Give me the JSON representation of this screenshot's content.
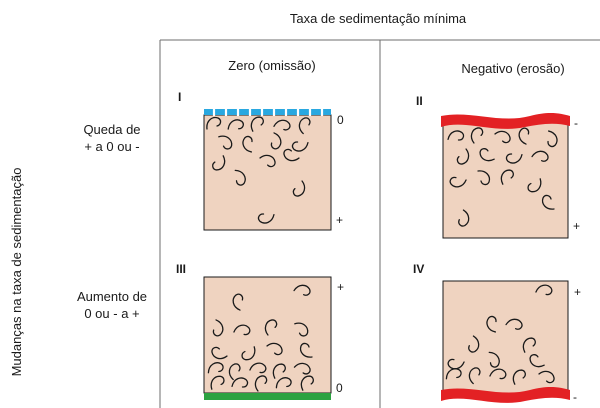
{
  "title": "Taxa de sedimentação mínima",
  "side_label": "Mudanças na taxa de sedimentação",
  "columns": [
    {
      "label": "Zero (omissão)"
    },
    {
      "label": "Negativo (erosão)"
    }
  ],
  "rows": [
    {
      "label_lines": [
        "Queda de",
        "+ a 0 ou -"
      ]
    },
    {
      "label_lines": [
        "Aumento de",
        "0 ou - a +"
      ]
    }
  ],
  "panels": [
    {
      "numeral": "I",
      "top_mark": "0",
      "bottom_mark": "+"
    },
    {
      "numeral": "II",
      "top_mark": "-",
      "bottom_mark": "+"
    },
    {
      "numeral": "III",
      "top_mark": "+",
      "bottom_mark": "0"
    },
    {
      "numeral": "IV",
      "top_mark": "+",
      "bottom_mark": "-"
    }
  ],
  "colors": {
    "sediment_fill": "#efd3c0",
    "omission_surface": "#29a8e0",
    "erosion_surface": "#e32124",
    "hardground_surface": "#2ca241",
    "burrow_stroke": "#1a1a1a",
    "grid_line": "#6d6d6d"
  }
}
